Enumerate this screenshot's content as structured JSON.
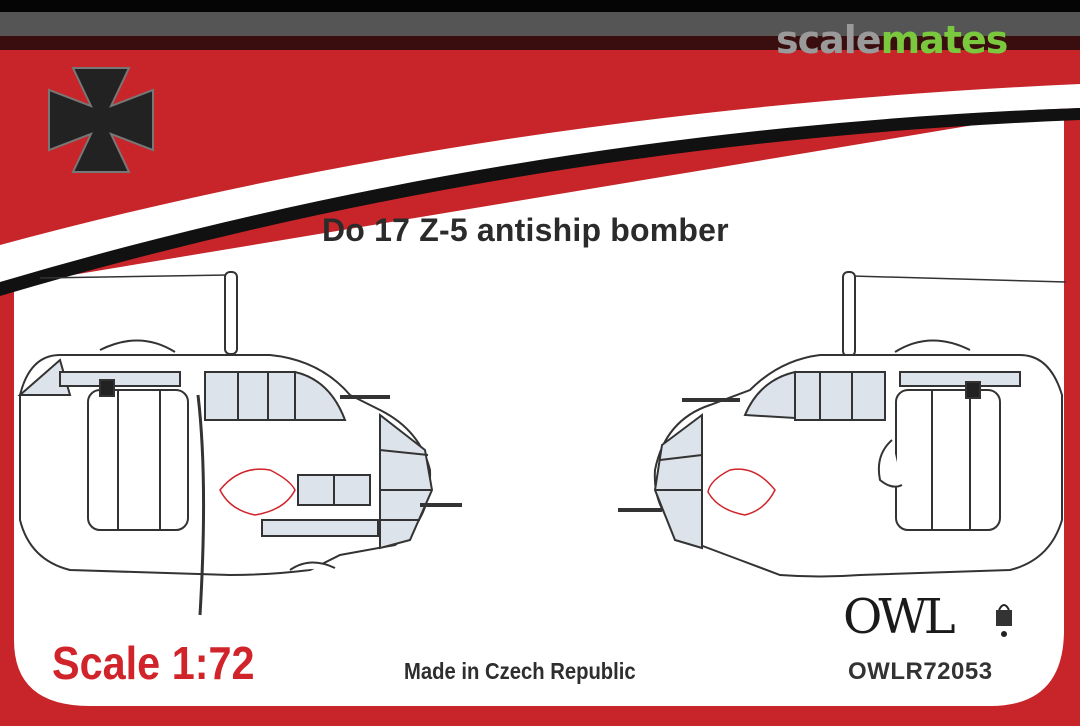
{
  "watermark": {
    "part1": "scale",
    "part2": "mates"
  },
  "header": {
    "insignia": "iron-cross-icon"
  },
  "product": {
    "title": "Do 17 Z-5 antiship bomber",
    "scale": "Scale 1:72",
    "origin": "Made in Czech Republic",
    "brand": "OWL",
    "code": "OWLR72053"
  },
  "colors": {
    "red": "#d0262b",
    "dark_band": "#3a0e0e",
    "gray_band": "#555555",
    "black": "#111111",
    "glass": "#dde3ea",
    "watermark_gray": "#9a9a9a",
    "watermark_green": "#7ac83e"
  }
}
